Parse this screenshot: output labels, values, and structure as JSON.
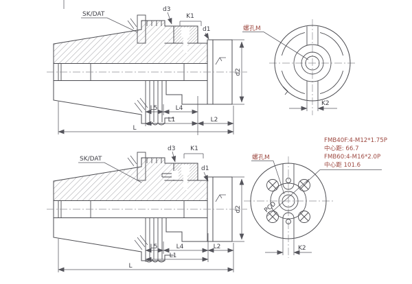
{
  "labels": {
    "shank": "SK/DAT",
    "d3": "d3",
    "k1": "K1",
    "d1": "d1",
    "d2": "d2",
    "l5": "L5",
    "l4": "L4",
    "l1": "L1",
    "l2": "L2",
    "l": "L",
    "thread_hole": "螺孔M",
    "k2": "K2",
    "pcd": "PCD"
  },
  "notes": {
    "lines": [
      "FMB40F:4-M12*1.75P",
      "中心距: 66.7",
      "FMB60:4-M16*2.0P",
      "中心距 101.6"
    ]
  },
  "colors": {
    "line": "#4b4b50",
    "dimension": "#55555c",
    "label_text": "#3e3e45",
    "accent_text": "#9e4a42"
  }
}
